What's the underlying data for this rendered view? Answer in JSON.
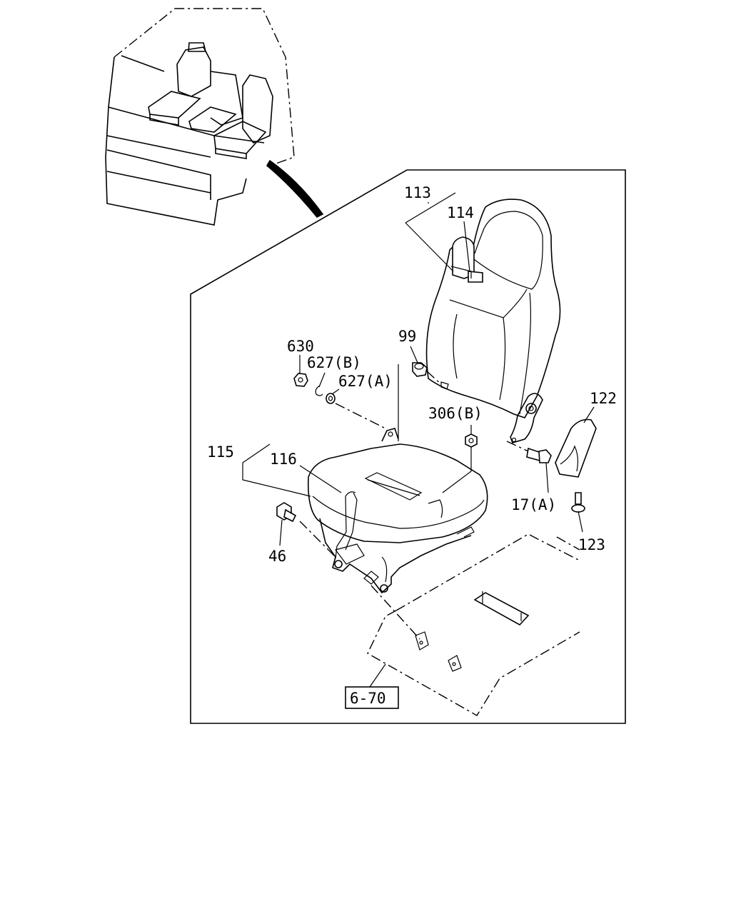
{
  "labels": {
    "l113": "113",
    "l114": "114",
    "l630": "630",
    "l627b": "627(B)",
    "l627a": "627(A)",
    "l99": "99",
    "l306b": "306(B)",
    "l122": "122",
    "l115": "115",
    "l116": "116",
    "l17a": "17(A)",
    "l123": "123",
    "l46": "46",
    "ref": "6-70"
  }
}
